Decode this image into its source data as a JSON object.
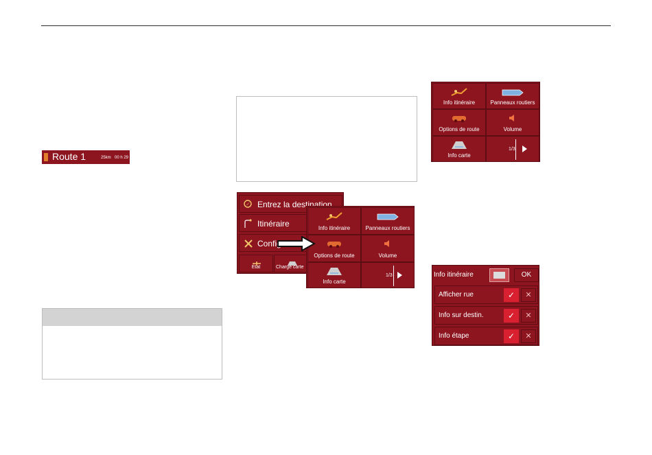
{
  "route_bar": {
    "name": "Route 1",
    "distance": "25km",
    "time": "00 h 29"
  },
  "main_menu": {
    "items": [
      {
        "label": "Entrez la destination",
        "icon": "compass-icon"
      },
      {
        "label": "Itinéraire",
        "icon": "route-icon"
      },
      {
        "label": "Configuration",
        "icon": "tools-icon"
      }
    ],
    "bottom": [
      {
        "label": "Etat",
        "icon": "satellite-icon"
      },
      {
        "label": "Charge carte",
        "icon": "map-load-icon"
      }
    ]
  },
  "submenu": {
    "cells": [
      {
        "label": "Info itinéraire",
        "icon": "route-info-icon"
      },
      {
        "label": "Panneaux routiers",
        "icon": "road-sign-icon"
      },
      {
        "label": "Options de route",
        "icon": "car-options-icon"
      },
      {
        "label": "Volume",
        "icon": "speaker-icon"
      },
      {
        "label": "Info carte",
        "icon": "map-info-icon"
      }
    ],
    "page": "1/3"
  },
  "info_dialog": {
    "title": "Info itinéraire",
    "ok": "OK",
    "options": [
      {
        "label": "Afficher rue",
        "checked": true
      },
      {
        "label": "Info sur destin.",
        "checked": true
      },
      {
        "label": "Info étape",
        "checked": true
      }
    ],
    "check_symbol": "✓",
    "cross_symbol": "✕"
  },
  "colors": {
    "panel_red": "#8c1520",
    "check_red": "#d92030"
  }
}
